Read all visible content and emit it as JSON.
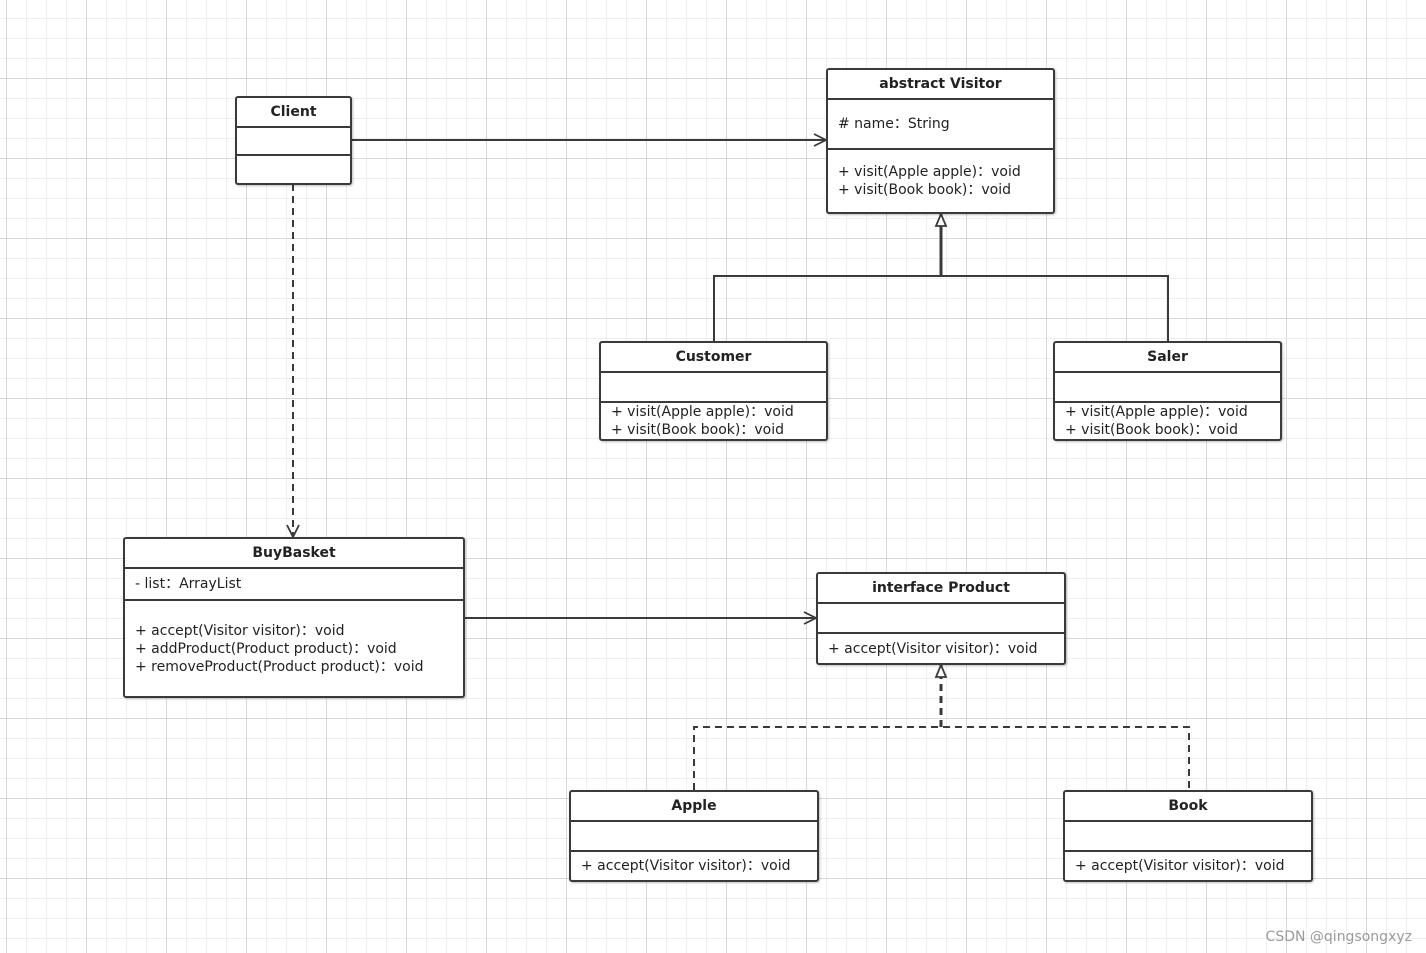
{
  "classes": {
    "client": {
      "title": "Client",
      "attributes": [],
      "operations": []
    },
    "visitor": {
      "title": "abstract Visitor",
      "attributes": [
        "# name：String"
      ],
      "operations": [
        "+ visit(Apple apple)：void",
        "+ visit(Book book)：void"
      ]
    },
    "customer": {
      "title": "Customer",
      "attributes": [],
      "operations": [
        "+ visit(Apple apple)：void",
        "+ visit(Book book)：void"
      ]
    },
    "saler": {
      "title": "Saler",
      "attributes": [],
      "operations": [
        "+ visit(Apple apple)：void",
        "+ visit(Book book)：void"
      ]
    },
    "buybasket": {
      "title": "BuyBasket",
      "attributes": [
        "- list：ArrayList"
      ],
      "operations": [
        "+ accept(Visitor visitor)：void",
        "+ addProduct(Product product)：void",
        "+ removeProduct(Product product)：void"
      ]
    },
    "product": {
      "title": "interface Product",
      "attributes": [],
      "operations": [
        "+ accept(Visitor visitor)：void"
      ]
    },
    "apple": {
      "title": "Apple",
      "attributes": [],
      "operations": [
        "+ accept(Visitor visitor)：void"
      ]
    },
    "book": {
      "title": "Book",
      "attributes": [],
      "operations": [
        "+ accept(Visitor visitor)：void"
      ]
    }
  },
  "watermark": "CSDN @qingsongxyz",
  "colors": {
    "line": "#3a3a3a",
    "grid_major": "#d9d9d9",
    "grid_minor": "#efefef",
    "watermark": "#9a9a9a"
  }
}
